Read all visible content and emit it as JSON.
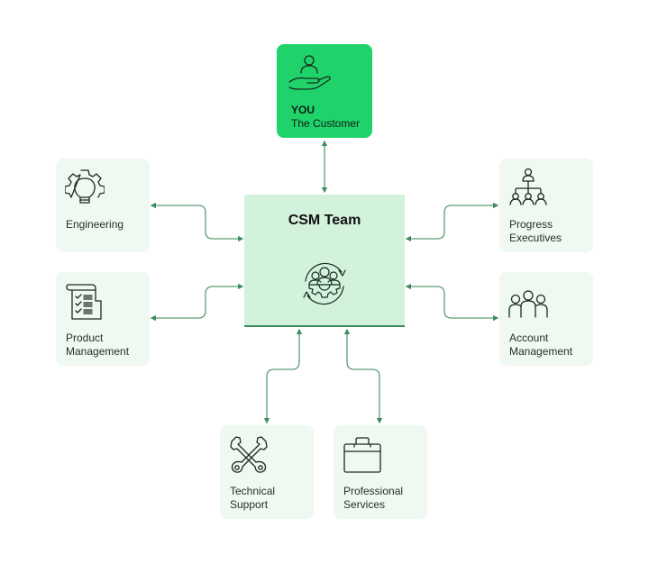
{
  "diagram": {
    "center": {
      "title": "CSM Team",
      "icon": "team-gear-cycle-icon"
    },
    "customer": {
      "title": "YOU",
      "subtitle": "The Customer",
      "icon": "hand-holding-person-icon"
    },
    "nodes": [
      {
        "id": "engineering",
        "lines": [
          "Engineering"
        ],
        "icon": "lightbulb-gear-icon"
      },
      {
        "id": "product-management",
        "lines": [
          "Product",
          "Management"
        ],
        "icon": "checklist-scroll-icon"
      },
      {
        "id": "progress-executives",
        "lines": [
          "Progress",
          "Executives"
        ],
        "icon": "org-chart-icon"
      },
      {
        "id": "account-management",
        "lines": [
          "Account",
          "Management"
        ],
        "icon": "people-group-icon"
      },
      {
        "id": "technical-support",
        "lines": [
          "Technical",
          "Support"
        ],
        "icon": "crossed-wrenches-icon"
      },
      {
        "id": "professional-services",
        "lines": [
          "Professional",
          "Services"
        ],
        "icon": "briefcase-icon"
      }
    ],
    "colors": {
      "customer_fill": "#1fd36a",
      "center_fill": "#d2f2dc",
      "node_fill": "#eff8f1",
      "connector": "#3f8a60"
    }
  }
}
